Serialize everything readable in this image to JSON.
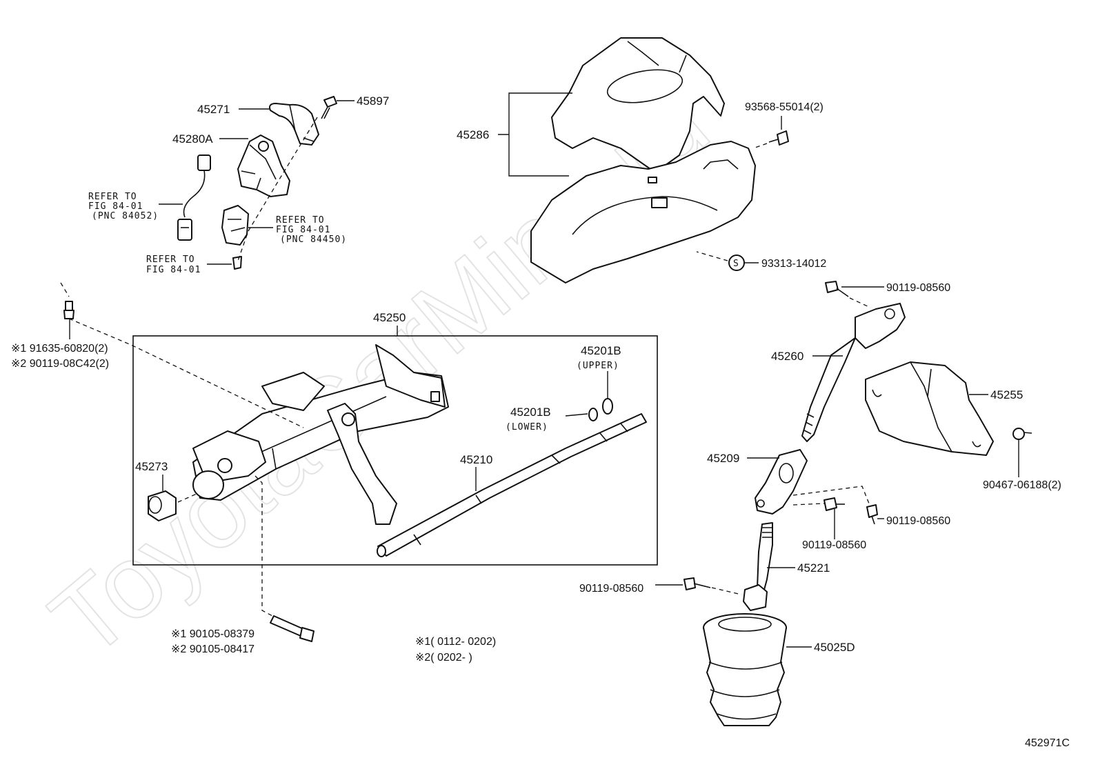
{
  "watermark": "ToyotaCarMine.ru",
  "diagram_id": "452971C",
  "parts": {
    "p45271": "45271",
    "p45897": "45897",
    "p45280A": "45280A",
    "p45286": "45286",
    "p93568": "93568-55014(2)",
    "p93313": "93313-14012",
    "p90119_top": "90119-08560",
    "p45250": "45250",
    "p45201B_upper": "45201B",
    "upper": "(UPPER)",
    "p45201B_lower": "45201B",
    "lower": "(LOWER)",
    "p45210": "45210",
    "p45273": "45273",
    "p45260": "45260",
    "p45255": "45255",
    "p90467": "90467-06188(2)",
    "p45209": "45209",
    "p90119_mid": "90119-08560",
    "p90119_right": "90119-08560",
    "p45221": "45221",
    "p90119_left": "90119-08560",
    "p45025D": "45025D"
  },
  "refs": {
    "ref1_l1": "REFER TO",
    "ref1_l2": "FIG 84-01",
    "ref1_l3": "(PNC 84052)",
    "ref2_l1": "REFER TO",
    "ref2_l2": "FIG 84-01",
    "ref2_l3": "(PNC 84450)",
    "ref3_l1": "REFER TO",
    "ref3_l2": "FIG 84-01"
  },
  "notes": {
    "bolt_left_1": "※1 91635-60820(2)",
    "bolt_left_2": "※2 90119-08C42(2)",
    "bolt_bottom_1": "※1 90105-08379",
    "bolt_bottom_2": "※2 90105-08417",
    "legend_1": "※1( 0112- 0202)",
    "legend_2": "※2( 0202-         )"
  }
}
